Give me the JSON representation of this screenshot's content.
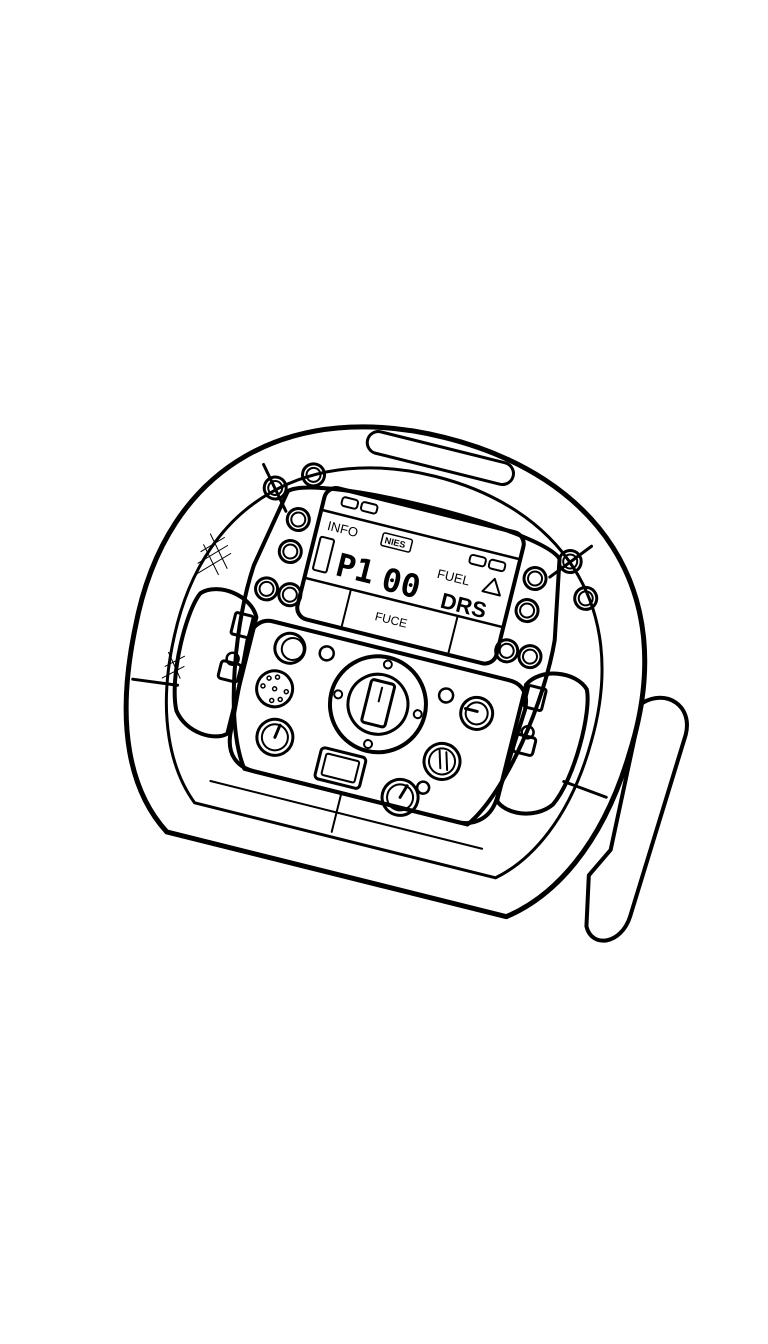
{
  "image": {
    "subject": "Racing steering wheel line-art coloring illustration",
    "background": "#ffffff",
    "stroke_color": "#000000"
  },
  "display": {
    "top_left_label": "INFO",
    "badge_label": "NIES",
    "top_right_label": "FUEL",
    "main_readout_prefix": "P1",
    "main_readout_digits": "00",
    "right_readout": "DRS",
    "bottom_label": "FUCE",
    "warning_icon": "triangle-icon",
    "side_icon": "thermometer-icon"
  }
}
